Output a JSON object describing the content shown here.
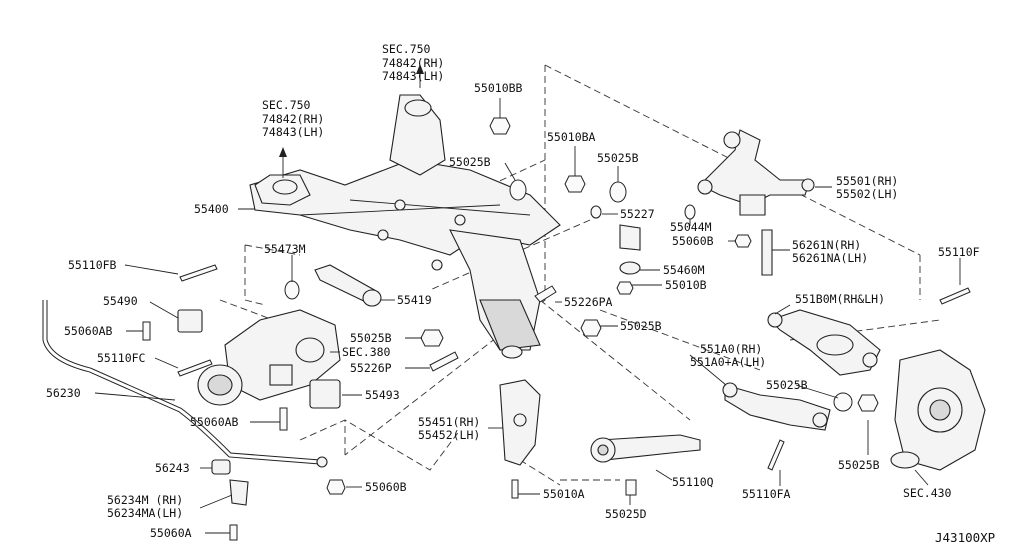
{
  "footer_code": "J43100XP",
  "sec750_top": {
    "line1": "SEC.750",
    "line2": "74842(RH)",
    "line3": "74843(LH)"
  },
  "sec750_left": {
    "line1": "SEC.750",
    "line2": "74842(RH)",
    "line3": "74843(LH)"
  },
  "labels": {
    "p55400": "55400",
    "p55010BB": "55010BB",
    "p55010BA": "55010BA",
    "p55025B_a": "55025B",
    "p55025B_b": "55025B",
    "p55227": "55227",
    "p55501": "55501(RH)",
    "p55502": "55502(LH)",
    "p55044M": "55044M",
    "p55060B": "55060B",
    "p56261N": "56261N(RH)",
    "p56261NA": "56261NA(LH)",
    "p55110F": "55110F",
    "p55460M": "55460M",
    "p55010B": "55010B",
    "p55110FB": "55110FB",
    "p55473M": "55473M",
    "p55419": "55419",
    "p55226PA": "55226PA",
    "p55025B_c": "55025B",
    "p551B0M": "551B0M(RH&LH)",
    "p55490": "55490",
    "p55060AB_a": "55060AB",
    "p55110FC": "55110FC",
    "p55025B_d": "55025B",
    "p55226P": "55226P",
    "psec380": "SEC.380",
    "p551A0": "551A0(RH)",
    "p551A0A": "551A0+A(LH)",
    "p55025B_e": "55025B",
    "p56230": "56230",
    "p55493": "55493",
    "p55060AB_b": "55060AB",
    "p55451": "55451(RH)",
    "p55452": "55452(LH)",
    "p56243": "56243",
    "p55060B_b": "55060B",
    "p55110Q": "55110Q",
    "p55025B_f": "55025B",
    "p56234M": "56234M (RH)",
    "p56234MA": "56234MA(LH)",
    "p55010A": "55010A",
    "p55110FA": "55110FA",
    "psec430": "SEC.430",
    "p55060A": "55060A",
    "p55025D": "55025D"
  }
}
